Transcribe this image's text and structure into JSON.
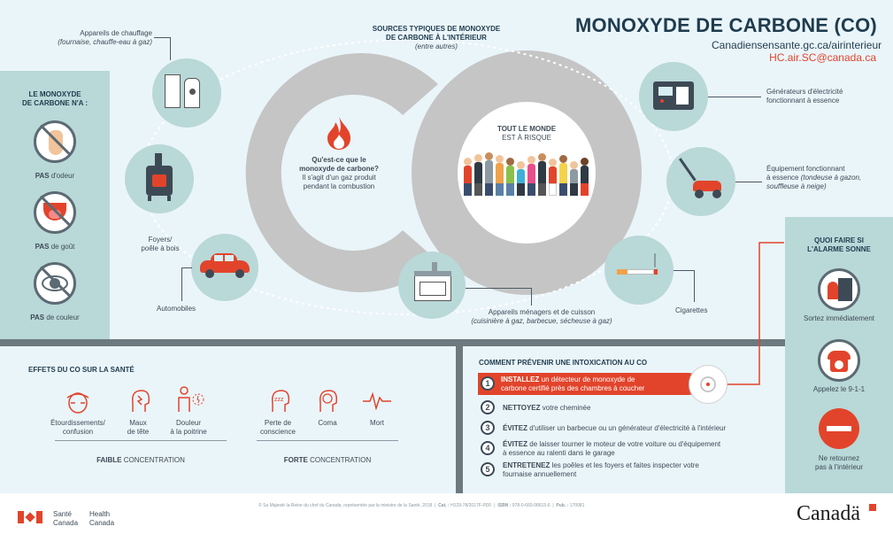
{
  "header": {
    "title": "MONOXYDE DE CARBONE (CO)",
    "url": "Canadiensensante.gc.ca/airinterieur",
    "email": "HC.air.SC@canada.ca"
  },
  "sources": {
    "heading_line1": "SOURCES TYPIQUES DE MONOXYDE",
    "heading_line2": "DE CARBONE À L'INTÉRIEUR",
    "heading_sub": "(entre autres)",
    "items": [
      {
        "line1": "Appareils de chauffage",
        "line2": "(fournaise, chauffe-eau à gaz)"
      },
      {
        "line1": "Foyers/",
        "line2": "poêle à bois"
      },
      {
        "line1": "Automobiles"
      },
      {
        "line1": "Appareils ménagers et de cuisson",
        "line2": "(cuisinière à gaz, barbecue, sécheuse à gaz)"
      },
      {
        "line1": "Cigarettes"
      },
      {
        "line1": "Équipement fonctionnant",
        "line2a": "à essence ",
        "line2b": "(tondeuse à gazon,",
        "line3": "souffleuse à neige)"
      },
      {
        "line1": "Générateurs d'électricité",
        "line2": "fonctionnant à essence"
      }
    ]
  },
  "co_center": {
    "question_line1": "Qu'est-ce que le",
    "question_line2": "monoxyde de carbone?",
    "answer_line1": "Il s'agit d'un gaz produit",
    "answer_line2": "pendant la combustion",
    "risk_line1": "TOUT LE MONDE",
    "risk_line2": "EST À RISQUE"
  },
  "left_panel": {
    "title_line1": "LE MONOXYDE",
    "title_line2": "DE CARBONE N'A :",
    "items": [
      {
        "bold": "PAS",
        "rest": " d'odeur"
      },
      {
        "bold": "PAS",
        "rest": " de goût"
      },
      {
        "bold": "PAS",
        "rest": " de couleur"
      }
    ]
  },
  "health": {
    "title": "EFFETS DU CO SUR LA SANTÉ",
    "low": [
      {
        "line1": "Étourdissements/",
        "line2": "confusion"
      },
      {
        "line1": "Maux",
        "line2": "de tête"
      },
      {
        "line1": "Douleur",
        "line2": "à la poitrine"
      }
    ],
    "high": [
      {
        "line1": "Perte de",
        "line2": "conscience"
      },
      {
        "line1": "Coma"
      },
      {
        "line1": "Mort"
      }
    ],
    "low_label_bold": "FAIBLE",
    "low_label_rest": " CONCENTRATION",
    "high_label_bold": "FORTE",
    "high_label_rest": " CONCENTRATION"
  },
  "prevent": {
    "title": "COMMENT PRÉVENIR UNE INTOXICATION AU CO",
    "steps": [
      {
        "num": "1",
        "bold": "INSTALLEZ",
        "rest": " un détecteur de monoxyde de",
        "line2": "carbone certifié près des chambres à coucher"
      },
      {
        "num": "2",
        "bold": "NETTOYEZ",
        "rest": " votre cheminée"
      },
      {
        "num": "3",
        "bold": "ÉVITEZ",
        "rest": " d'utiliser un barbecue ou un générateur d'électricité à l'intérieur"
      },
      {
        "num": "4",
        "bold": "ÉVITEZ",
        "rest": " de laisser tourner le moteur de votre voiture ou d'équipement",
        "line2": "à essence au ralenti dans le garage"
      },
      {
        "num": "5",
        "bold": "ENTRETENEZ",
        "rest": " les poêles et les foyers et faites inspecter votre",
        "line2": "fournaise annuellement"
      }
    ]
  },
  "alarm": {
    "title_line1": "QUOI FAIRE SI",
    "title_line2": "L'ALARME SONNE",
    "items": [
      {
        "line1": "Sortez immédiatement"
      },
      {
        "line1": "Appelez le 9-1-1"
      },
      {
        "line1": "Ne retournez",
        "line2": "pas à l'intérieur"
      }
    ]
  },
  "footer": {
    "copyright": "© Sa Majesté la Reine du chef du Canada, représentée par la ministre de la Santé, 2018",
    "cat_label": "Cat. :",
    "cat": "H129-78/2017F-PDF",
    "isbn_label": "ISBN :",
    "isbn": "978-0-660-08615-6",
    "pub_label": "Pub. :",
    "pub": "170081",
    "sante": "Santé",
    "canada1": "Canada",
    "health": "Health",
    "canada2": "Canada",
    "wordmark": "Canadä"
  },
  "colors": {
    "accent": "#e2442b",
    "navy": "#1f3c4e",
    "teal_panel": "#b9d8d8",
    "background": "#eaf5fa"
  }
}
